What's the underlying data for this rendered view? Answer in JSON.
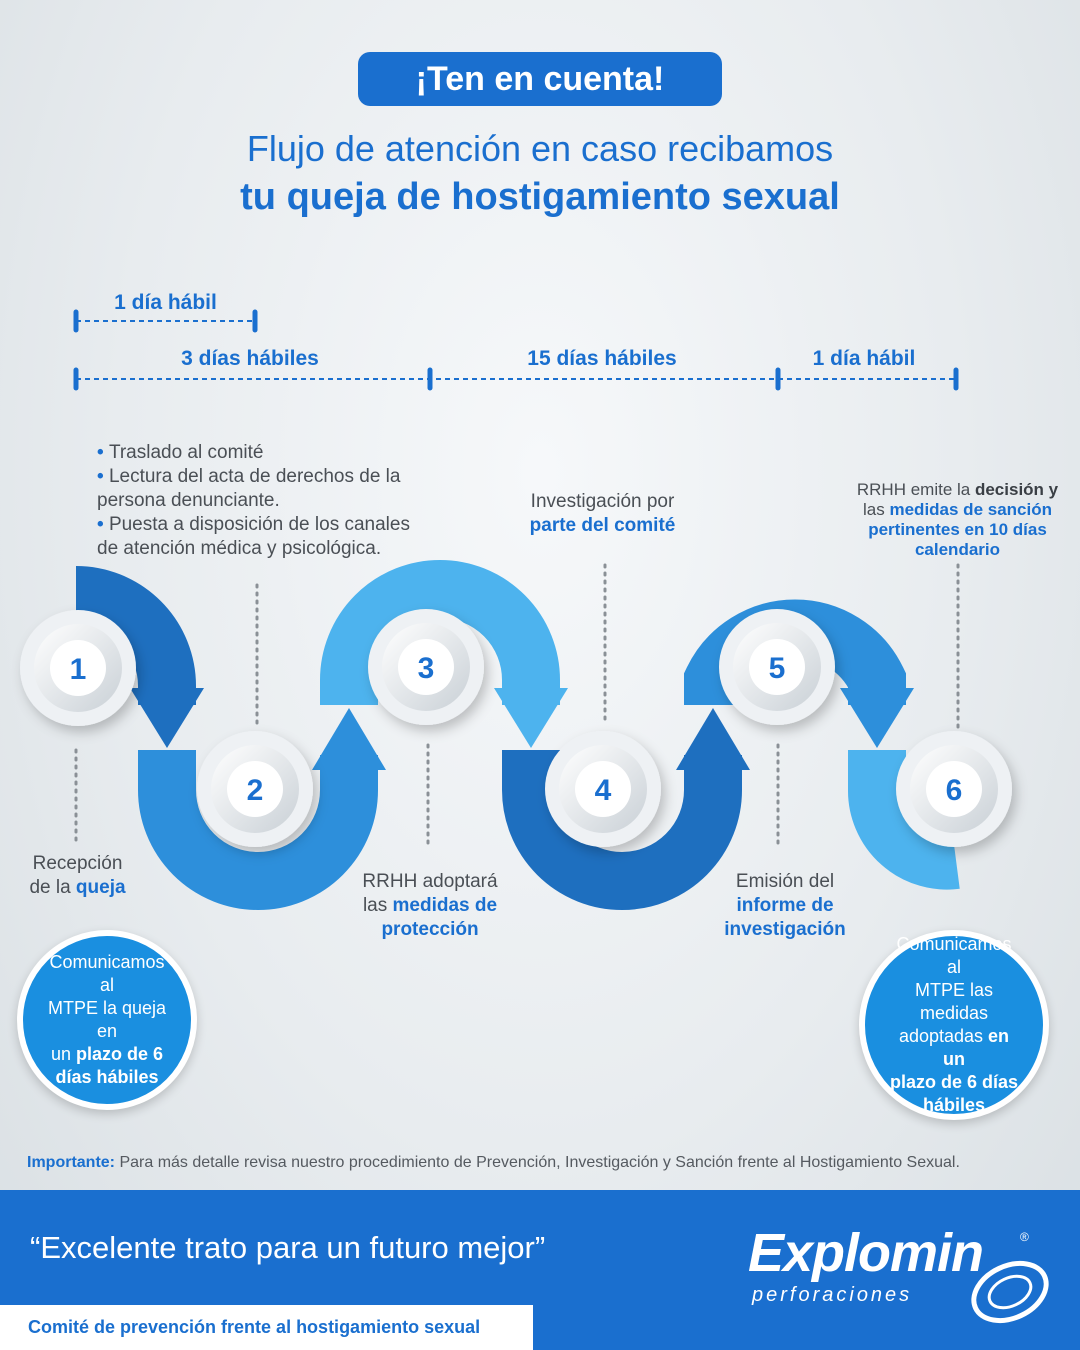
{
  "header": {
    "badge": "¡Ten en cuenta!",
    "title_line1": "Flujo de atención en caso recibamos",
    "title_line2": "tu queja de hostigamiento sexual"
  },
  "timeline": {
    "top": "1 día hábil",
    "seg1": "3 días hábiles",
    "seg2": "15 días hábiles",
    "seg3": "1 día hábil"
  },
  "steps": {
    "n1": "1",
    "n2": "2",
    "n3": "3",
    "n4": "4",
    "n5": "5",
    "n6": "6"
  },
  "step2_bullets": {
    "b1": "Traslado al comité",
    "b2a": "Lectura del acta de derechos de la",
    "b2b": "persona denunciante.",
    "b3a": "Puesta a disposición de los canales",
    "b3b": "de atención médica y psicológica."
  },
  "step1": {
    "line1": "Recepción",
    "pre": "de la ",
    "bold": "queja"
  },
  "step3": {
    "line1": "RRHH adoptará",
    "pre": "las ",
    "bold1": "medidas de",
    "bold2": "protección"
  },
  "step4": {
    "line1": "Investigación por",
    "bold": "parte del comité"
  },
  "step5": {
    "line1": "Emisión del",
    "bold1": "informe de",
    "bold2": "investigación"
  },
  "step6": {
    "pre": "RRHH emite la ",
    "bold_dark": "decisión y",
    "pre2": "las ",
    "bold1": "medidas de sanción",
    "bold2": "pertinentes en 10 días",
    "bold3": "calendario"
  },
  "circle_left": {
    "l1": "Comunicamos al",
    "l2": "MTPE la queja en",
    "l3": "un ",
    "b1": "plazo de 6",
    "b2": "días hábiles"
  },
  "circle_right": {
    "l1": "Comunicamos al",
    "l2": "MTPE  las medidas",
    "l3": "adoptadas ",
    "b1": "en un",
    "b2": "plazo de 6 días",
    "b3": "hábiles"
  },
  "important": {
    "label": "Importante:",
    "text": " Para más detalle revisa nuestro procedimiento de Prevención, Investigación y Sanción frente al Hostigamiento Sexual."
  },
  "footer": {
    "slogan": "“Excelente trato para un futuro mejor”",
    "committee": "Comité de prevención frente al hostigamiento sexual",
    "logo": "Explomin",
    "logo_reg": "®",
    "logo_sub": "perforaciones"
  }
}
